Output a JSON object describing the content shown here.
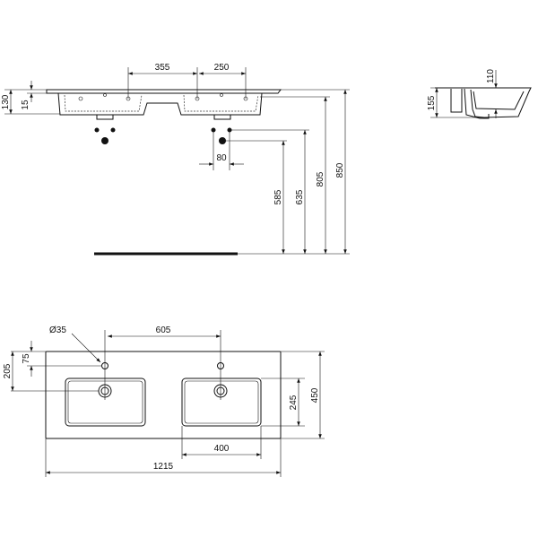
{
  "front_view": {
    "dims": {
      "d355": "355",
      "d250": "250",
      "d130": "130",
      "d15": "15",
      "d80": "80",
      "d585": "585",
      "d635": "635",
      "d805": "805",
      "d850": "850"
    }
  },
  "side_view": {
    "dims": {
      "d155": "155",
      "d110": "110"
    }
  },
  "plan_view": {
    "dims": {
      "d35": "Ø35",
      "d605": "605",
      "d75": "75",
      "d205": "205",
      "d245": "245",
      "d450": "450",
      "d400": "400",
      "d1215": "1215"
    }
  }
}
